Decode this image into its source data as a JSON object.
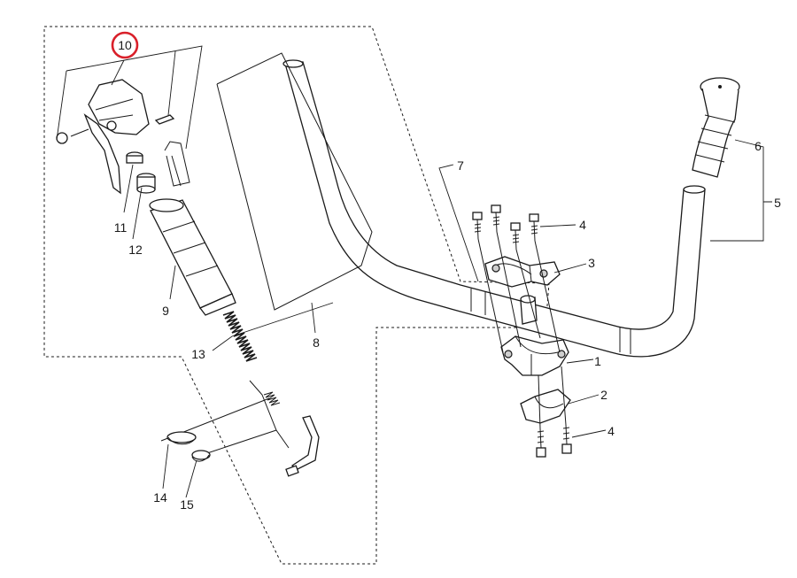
{
  "diagram": {
    "highlight_color": "#d9202a",
    "line_color": "#1a1a1a",
    "labels": {
      "p1": "1",
      "p2": "2",
      "p3": "3",
      "p4_top": "4",
      "p4_bottom": "4",
      "p5": "5",
      "p6": "6",
      "p7": "7",
      "p8": "8",
      "p9": "9",
      "p10": "10",
      "p11": "11",
      "p12": "12",
      "p13": "13",
      "p14": "14",
      "p15": "15"
    }
  }
}
